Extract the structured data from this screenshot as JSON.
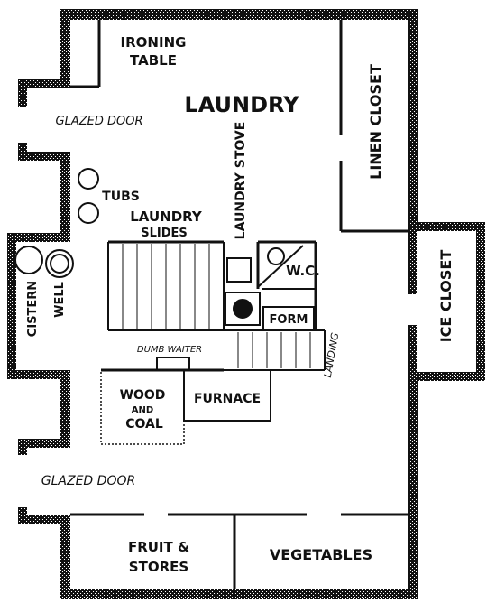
{
  "rooms": {
    "ironing_line1": "IRONING",
    "ironing_line2": "TABLE",
    "laundry": "LAUNDRY",
    "glazed_door_top": "GLAZED DOOR",
    "linen_closet": "LINEN CLOSET",
    "laundry_stove": "LAUNDRY STOVE",
    "tubs": "TUBS",
    "laundry_slides_line1": "LAUNDRY",
    "laundry_slides_line2": "SLIDES",
    "ice_closet": "ICE CLOSET",
    "wc": "W.C.",
    "cistern": "CISTERN",
    "well": "WELL",
    "form": "FORM",
    "dumb_waiter": "DUMB WAITER",
    "landing": "LANDING",
    "wood_line1": "WOOD",
    "wood_line2": "AND",
    "wood_line3": "COAL",
    "furnace": "FURNACE",
    "glazed_door_bottom": "GLAZED DOOR",
    "fruit_line1": "FRUIT &",
    "fruit_line2": "STORES",
    "vegetables": "VEGETABLES"
  },
  "colors": {
    "wall": "#111111",
    "background": "#ffffff"
  }
}
